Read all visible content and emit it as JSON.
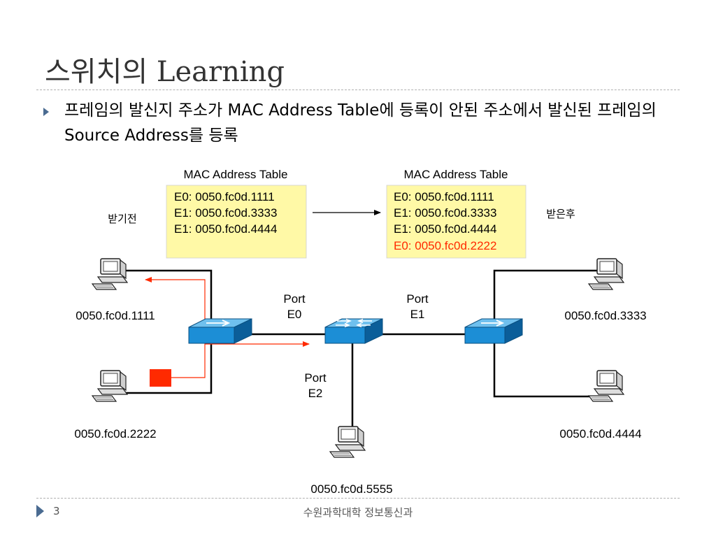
{
  "slide": {
    "title": "스위치의 Learning",
    "bullet": "프레임의 발신지 주소가 MAC Address Table에 등록이 안된 주소에서 발신된 프레임의 Source Address를 등록",
    "page_number": "3",
    "footer": "수원과학대학 정보통신과"
  },
  "diagram": {
    "tables": [
      {
        "heading": "MAC Address Table",
        "rows": [
          "E0: 0050.fc0d.1111",
          "E1: 0050.fc0d.3333",
          "E1: 0050.fc0d.4444"
        ]
      },
      {
        "heading": "MAC Address Table",
        "rows": [
          "E0: 0050.fc0d.1111",
          "E1: 0050.fc0d.3333",
          "E1: 0050.fc0d.4444"
        ],
        "new_row": "E0: 0050.fc0d.2222"
      }
    ],
    "before_label": "받기전",
    "after_label": "받은후",
    "hosts": [
      "0050.fc0d.1111",
      "0050.fc0d.2222",
      "0050.fc0d.3333",
      "0050.fc0d.4444",
      "0050.fc0d.5555"
    ],
    "ports": {
      "e0": [
        "Port",
        "E0"
      ],
      "e1": [
        "Port",
        "E1"
      ],
      "e2": [
        "Port",
        "E2"
      ]
    }
  },
  "colors": {
    "table_fill": "#fff9a6",
    "highlight": "#ff2a00",
    "switch_blue": "#1c8ed6",
    "bullet": "#4a6b91"
  }
}
